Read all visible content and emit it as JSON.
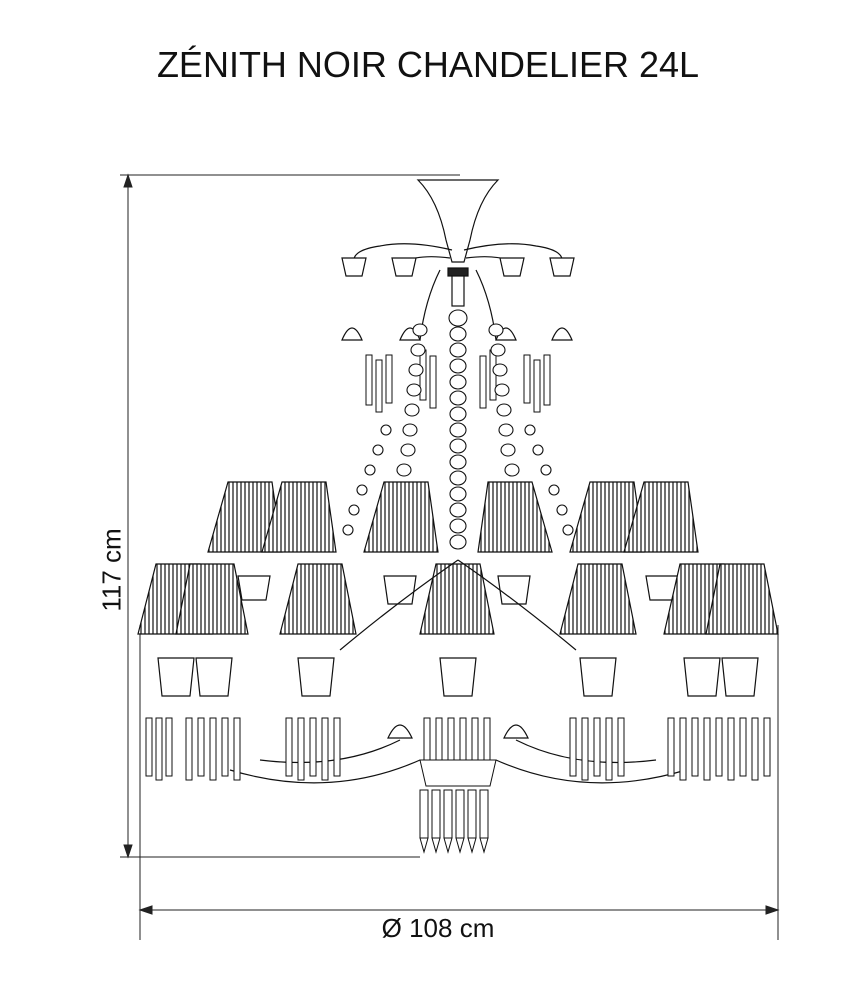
{
  "title": "ZÉNITH NOIR CHANDELIER 24L",
  "dimensions": {
    "height": "117 cm",
    "diameter": "Ø 108 cm"
  },
  "lamps": {
    "count": 24
  }
}
